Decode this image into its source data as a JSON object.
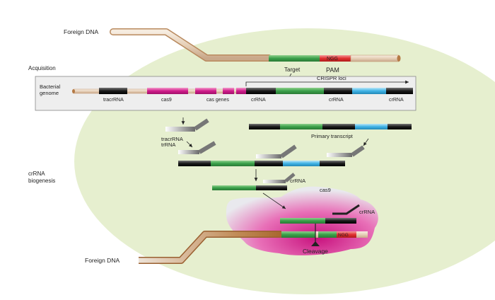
{
  "labels": {
    "foreign_dna_top": "Foreign DNA",
    "foreign_dna_bottom": "Foreign DNA",
    "acquisition": "Acquisition",
    "bacterial_genome_1": "Bacterial",
    "bacterial_genome_2": "genome",
    "crispr_loci": "CRISPR loci",
    "tracrrna": "tracrRNA",
    "cas9_gene": "cas9",
    "cas_genes": "cas genes",
    "crrna_1": "crRNA",
    "crrna_2": "crRNA",
    "crrna_3": "crRNA",
    "target": "Target",
    "pam": "PAM",
    "ngg_top": "NGG",
    "ngg_bottom": "NGG",
    "tracrrna_small": "tracrRNA",
    "trrna_small": "trRNA",
    "primary_transcript": "Primary transcript",
    "crrna_biogenesis_1": "crRNA",
    "crrna_biogenesis_2": "biogenesis",
    "crrna_mid": "crRNA",
    "cas9_protein": "cas9",
    "crrna_complex": "crRNA",
    "cleavage": "Cleavage"
  },
  "colors": {
    "cell": "#e6efcf",
    "dna_tan": "#e9d6bf",
    "dna_brown": "#b57a45",
    "spacer_green": "#3aa04a",
    "repeat_black": "#1a1a1a",
    "cas9_magenta": "#d11c8b",
    "spacer_blue": "#3fb3e6",
    "pam_red": "#e03030",
    "box_gray": "#eeeeee"
  }
}
